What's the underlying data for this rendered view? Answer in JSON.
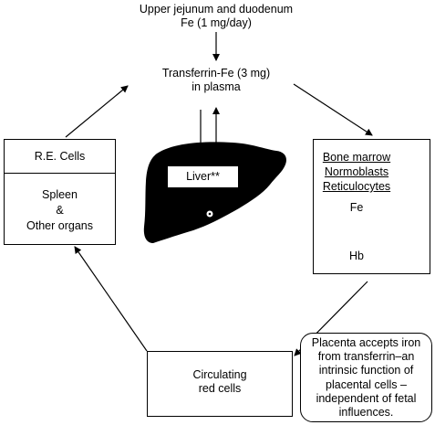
{
  "source": {
    "line1": "Upper jejunum and duodenum",
    "line2": "Fe (1 mg/day)"
  },
  "plasma": {
    "line1": "Transferrin-Fe (3 mg)",
    "line2": "in plasma"
  },
  "re_cells": {
    "title": "R.E. Cells",
    "line1": "Spleen",
    "line2": "&",
    "line3": "Other organs"
  },
  "liver": {
    "label": "Liver**"
  },
  "bone_marrow": {
    "line1": "Bone marrow",
    "line2": "Normoblasts",
    "line3": "Reticulocytes",
    "fe": "Fe",
    "hb": "Hb"
  },
  "red_cells": {
    "line1": "Circulating",
    "line2": "red cells"
  },
  "placenta_note": {
    "line1": "Placenta accepts iron",
    "line2": "from transferrin–an",
    "line3": "intrinsic function of",
    "line4": "placental cells –",
    "line5": "independent of fetal",
    "line6": "influences."
  }
}
